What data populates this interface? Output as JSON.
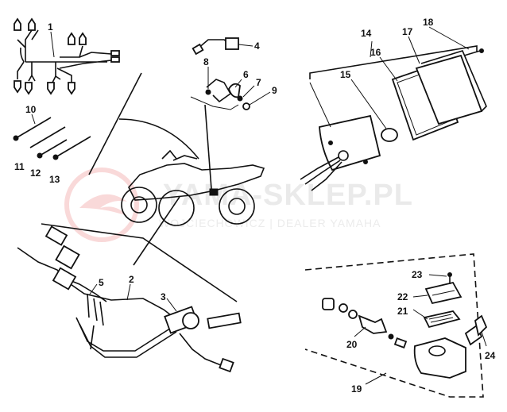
{
  "watermark": {
    "title": "YAMA-SKLEP.PL",
    "subtitle": "WOJCIECHOWICZ | DEALER YAMAHA",
    "color": "#e23a3a"
  },
  "callouts": [
    "1",
    "2",
    "3",
    "4",
    "5",
    "6",
    "7",
    "8",
    "9",
    "10",
    "11",
    "12",
    "13",
    "14",
    "15",
    "16",
    "17",
    "18",
    "19",
    "20",
    "21",
    "22",
    "23",
    "24"
  ]
}
